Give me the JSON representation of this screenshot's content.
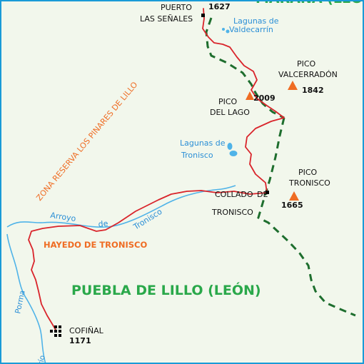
{
  "regions": {
    "north": "MARAÑA (LEÓN)",
    "south": "PUEBLA DE LILLO (LEÓN)"
  },
  "zone_label": "ZONA RESERVA LOS PINARES DE LILLO",
  "forest_label": "HAYEDO DE TRONISCO",
  "rivers": {
    "arroyo_word1": "Arroyo",
    "arroyo_word2": "de",
    "arroyo_word3": "Tronisco",
    "porma_word1": "Porma",
    "porma_word2": "río"
  },
  "lakes": {
    "valdecarrin_line1": "Lagunas de",
    "valdecarrin_line2": "Valdecarrín",
    "tronisco_line1": "Lagunas de",
    "tronisco_line2": "Tronisco"
  },
  "places": {
    "puerto_line1": "PUERTO",
    "puerto_line2": "LAS SEÑALES",
    "puerto_alt": "1627",
    "pico_lago_line1": "PICO",
    "pico_lago_line2": "DEL LAGO",
    "pico_lago_alt": "2009",
    "valcerradon_line1": "PICO",
    "valcerradon_line2": "VALCERRADÓN",
    "valcerradon_alt": "1842",
    "tronisco_peak_line1": "PICO",
    "tronisco_peak_line2": "TRONISCO",
    "tronisco_peak_alt": "1665",
    "collado_line1": "COLLADO",
    "collado_line2": "DE",
    "collado_line3": "TRONISCO",
    "cofinal": "COFIÑAL",
    "cofinal_alt": "1171"
  },
  "colors": {
    "background": "#f2f7ec",
    "route": "#d9242b",
    "border": "#1e6e2e",
    "water": "#4fb3e8",
    "region": "#2aa84a",
    "orange_label": "#ef6c23",
    "peak": "#ef6c23",
    "frame": "#1a9bd7"
  }
}
